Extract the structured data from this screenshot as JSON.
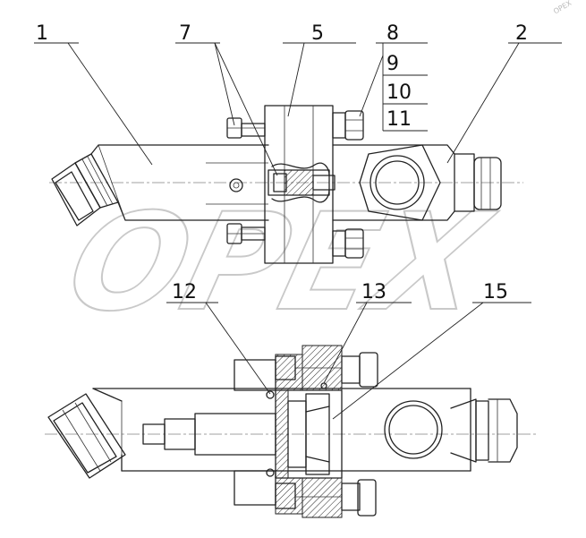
{
  "watermark": {
    "text": "OPEX",
    "corner_mark": "OPEX"
  },
  "callouts": [
    {
      "id": "c1",
      "text": "1"
    },
    {
      "id": "c7",
      "text": "7"
    },
    {
      "id": "c5",
      "text": "5"
    },
    {
      "id": "c8",
      "text": "8"
    },
    {
      "id": "c9",
      "text": "9"
    },
    {
      "id": "c10",
      "text": "10"
    },
    {
      "id": "c11",
      "text": "11"
    },
    {
      "id": "c2",
      "text": "2"
    },
    {
      "id": "c12",
      "text": "12"
    },
    {
      "id": "c13",
      "text": "13"
    },
    {
      "id": "c15",
      "text": "15"
    }
  ]
}
